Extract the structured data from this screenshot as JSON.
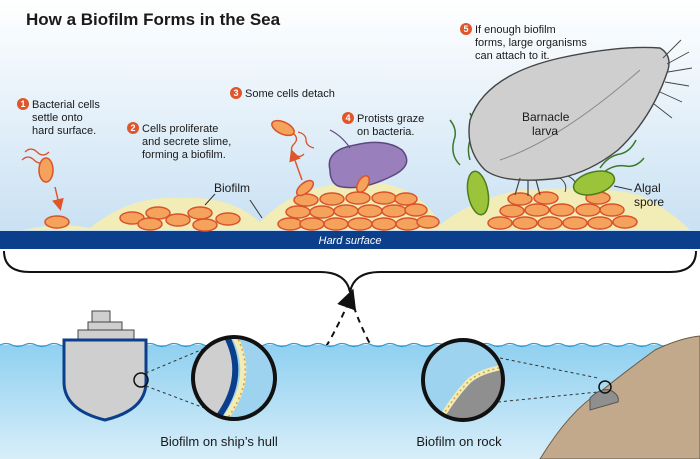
{
  "title": "How a Biofilm Forms in the Sea",
  "steps": [
    {
      "num": "1",
      "lines": [
        "Bacterial cells",
        "settle onto",
        "hard surface."
      ]
    },
    {
      "num": "2",
      "lines": [
        "Cells proliferate",
        "and secrete slime,",
        "forming a biofilm."
      ]
    },
    {
      "num": "3",
      "lines": [
        "Some cells detach"
      ]
    },
    {
      "num": "4",
      "lines": [
        "Protists graze",
        "on bacteria."
      ]
    },
    {
      "num": "5",
      "lines": [
        "If enough biofilm",
        "forms, large organisms",
        "can attach to it."
      ]
    }
  ],
  "labels": {
    "biofilm": "Biofilm",
    "barnacle": [
      "Barnacle",
      "larva"
    ],
    "algal": [
      "Algal",
      "spore"
    ],
    "hard_surface": "Hard surface"
  },
  "captions": {
    "hull": "Biofilm on ship’s hull",
    "rock": "Biofilm on rock"
  },
  "colors": {
    "badge": "#e0562b",
    "cell_fill": "#f5a25d",
    "cell_stroke": "#d9532a",
    "slime": "#f2ecb6",
    "surface": "#0b3f8c",
    "sky": "#d3e6f5",
    "water": "#9ed3f0",
    "protist": "#9a7fbd",
    "algal": "#9cc43a",
    "barnacle": "#cfcfcf"
  }
}
